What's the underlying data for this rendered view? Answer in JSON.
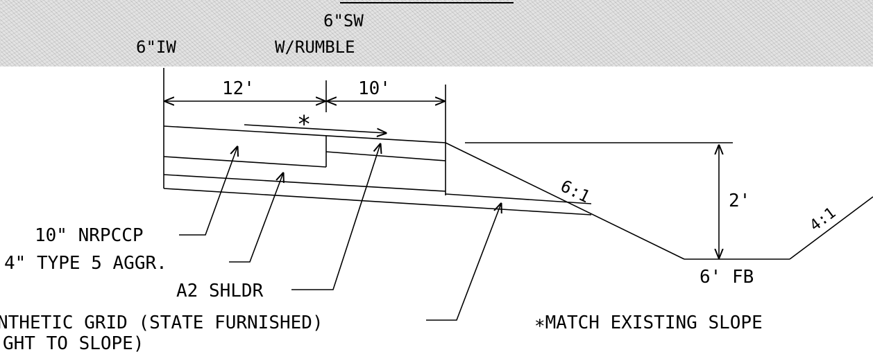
{
  "header": {
    "lines": [
      "6\"SW",
      "6\"IW",
      "W/RUMBLE"
    ]
  },
  "dimensions": {
    "lane_width": "12'",
    "shoulder_width": "10'",
    "match_marker": "∗",
    "depth": "2'",
    "flat_bottom": "6' FB"
  },
  "slopes": {
    "foreslope": "6:1",
    "backslope": "4:1"
  },
  "callouts": {
    "pavement": "10\" NRPCCP",
    "aggregate": "4\" TYPE 5 AGGR.",
    "shoulder": "A2 SHLDR",
    "grid_line1": "NTHETIC GRID (STATE FURNISHED)",
    "grid_line2": "GHT TO SLOPE)"
  },
  "notes": {
    "match_slope": "∗MATCH EXISTING SLOPE"
  }
}
